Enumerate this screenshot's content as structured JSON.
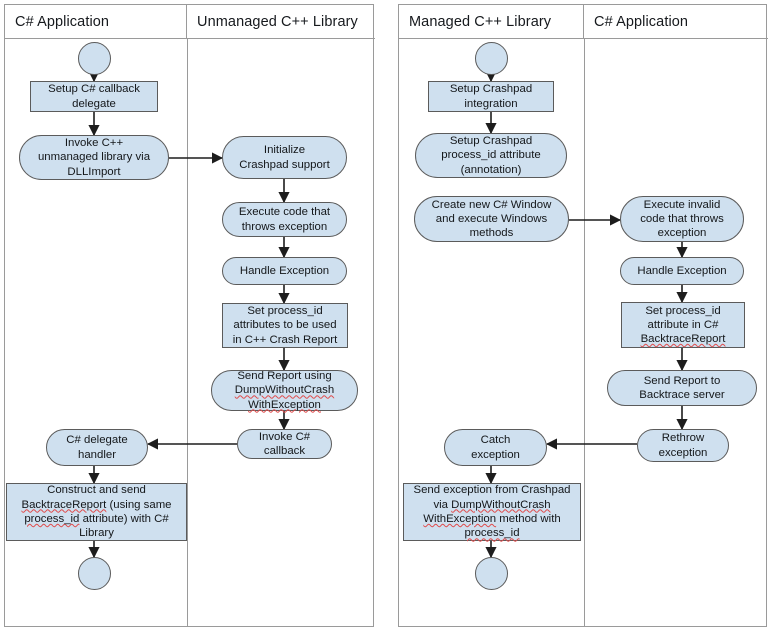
{
  "diagram": {
    "title": "Crashpad / Backtrace integration activity diagrams",
    "colors": {
      "node_fill": "#cfe0ef",
      "node_border": "#5b5b5b",
      "panel_border": "#9a9a9a",
      "spellcheck_underline": "#e04a4a",
      "page_background": "#ffffff",
      "edge": "#1d1d1d"
    },
    "panels": [
      {
        "id": "panel-left",
        "lanes": [
          {
            "id": "lane-csharp-app-left",
            "label": "C# Application"
          },
          {
            "id": "lane-unmanaged-cpp",
            "label": "Unmanaged C++ Library"
          }
        ],
        "nodes": [
          {
            "id": "l-start",
            "shape": "circle",
            "lane": 0,
            "label": ""
          },
          {
            "id": "l-setup-cb",
            "shape": "rect",
            "lane": 0,
            "label": "Setup C# callback\ndelegate"
          },
          {
            "id": "l-invoke-cpp",
            "shape": "rounded",
            "lane": 0,
            "label": "Invoke C++\nunmanaged library via\nDLLImport"
          },
          {
            "id": "l-init-crashpad",
            "shape": "rounded",
            "lane": 1,
            "label": "Initialize\nCrashpad support"
          },
          {
            "id": "l-exec-throw",
            "shape": "rounded",
            "lane": 1,
            "label": "Execute code that\nthrows exception"
          },
          {
            "id": "l-handle-exc",
            "shape": "rounded",
            "lane": 1,
            "label": "Handle Exception"
          },
          {
            "id": "l-set-pid",
            "shape": "rect",
            "lane": 1,
            "label": "Set process_id\nattributes to be used\nin C++ Crash Report"
          },
          {
            "id": "l-send-report",
            "shape": "rounded",
            "lane": 1,
            "label": "Send Report using\nDumpWithoutCrash\nWithException",
            "spellcheck": [
              "DumpWithoutCrash",
              "WithException"
            ]
          },
          {
            "id": "l-invoke-cb",
            "shape": "rounded",
            "lane": 1,
            "label": "Invoke C#\ncallback"
          },
          {
            "id": "l-delegate",
            "shape": "rounded",
            "lane": 0,
            "label": "C# delegate\nhandler"
          },
          {
            "id": "l-construct",
            "shape": "rect",
            "lane": 0,
            "label": "Construct and send\nBacktraceReport (using same\nprocess_id attribute) with C#\nLibrary",
            "spellcheck": [
              "BacktraceReport",
              "process_id"
            ]
          },
          {
            "id": "l-end",
            "shape": "circle",
            "lane": 0,
            "label": ""
          }
        ],
        "edges": [
          {
            "from": "l-start",
            "to": "l-setup-cb",
            "dir": "down"
          },
          {
            "from": "l-setup-cb",
            "to": "l-invoke-cpp",
            "dir": "down"
          },
          {
            "from": "l-invoke-cpp",
            "to": "l-init-crashpad",
            "dir": "right"
          },
          {
            "from": "l-init-crashpad",
            "to": "l-exec-throw",
            "dir": "down"
          },
          {
            "from": "l-exec-throw",
            "to": "l-handle-exc",
            "dir": "down"
          },
          {
            "from": "l-handle-exc",
            "to": "l-set-pid",
            "dir": "down"
          },
          {
            "from": "l-set-pid",
            "to": "l-send-report",
            "dir": "down"
          },
          {
            "from": "l-send-report",
            "to": "l-invoke-cb",
            "dir": "down"
          },
          {
            "from": "l-invoke-cb",
            "to": "l-delegate",
            "dir": "left"
          },
          {
            "from": "l-delegate",
            "to": "l-construct",
            "dir": "down"
          },
          {
            "from": "l-construct",
            "to": "l-end",
            "dir": "down"
          }
        ]
      },
      {
        "id": "panel-right",
        "lanes": [
          {
            "id": "lane-managed-cpp",
            "label": "Managed C++ Library"
          },
          {
            "id": "lane-csharp-app-right",
            "label": "C# Application"
          }
        ],
        "nodes": [
          {
            "id": "r-start",
            "shape": "circle",
            "lane": 0,
            "label": ""
          },
          {
            "id": "r-setup-cp",
            "shape": "rect",
            "lane": 0,
            "label": "Setup Crashpad\nintegration"
          },
          {
            "id": "r-setup-pid",
            "shape": "rounded",
            "lane": 0,
            "label": "Setup Crashpad\nprocess_id attribute\n(annotation)"
          },
          {
            "id": "r-create-win",
            "shape": "rounded",
            "lane": 0,
            "label": "Create new C# Window\nand execute Windows\nmethods"
          },
          {
            "id": "r-exec-invalid",
            "shape": "rounded",
            "lane": 1,
            "label": "Execute invalid\ncode that throws\nexception"
          },
          {
            "id": "r-handle-exc",
            "shape": "rounded",
            "lane": 1,
            "label": "Handle Exception"
          },
          {
            "id": "r-set-pid",
            "shape": "rect",
            "lane": 1,
            "label": "Set process_id\nattribute in C#\nBacktraceReport",
            "spellcheck": [
              "BacktraceReport"
            ]
          },
          {
            "id": "r-send-report",
            "shape": "rounded",
            "lane": 1,
            "label": "Send Report to\nBacktrace server"
          },
          {
            "id": "r-rethrow",
            "shape": "rounded",
            "lane": 1,
            "label": "Rethrow\nexception"
          },
          {
            "id": "r-catch",
            "shape": "rounded",
            "lane": 0,
            "label": "Catch\nexception"
          },
          {
            "id": "r-send-exc",
            "shape": "rect",
            "lane": 0,
            "label": "Send exception from Crashpad\nvia DumpWithoutCrash\nWithException method with\nprocess_id",
            "spellcheck": [
              "DumpWithoutCrash",
              "WithException",
              "process_id"
            ]
          },
          {
            "id": "r-end",
            "shape": "circle",
            "lane": 0,
            "label": ""
          }
        ],
        "edges": [
          {
            "from": "r-start",
            "to": "r-setup-cp",
            "dir": "down"
          },
          {
            "from": "r-setup-cp",
            "to": "r-setup-pid",
            "dir": "down"
          },
          {
            "from": "r-create-win",
            "to": "r-exec-invalid",
            "dir": "right"
          },
          {
            "from": "r-exec-invalid",
            "to": "r-handle-exc",
            "dir": "down"
          },
          {
            "from": "r-handle-exc",
            "to": "r-set-pid",
            "dir": "down"
          },
          {
            "from": "r-set-pid",
            "to": "r-send-report",
            "dir": "down"
          },
          {
            "from": "r-send-report",
            "to": "r-rethrow",
            "dir": "down"
          },
          {
            "from": "r-rethrow",
            "to": "r-catch",
            "dir": "left"
          },
          {
            "from": "r-catch",
            "to": "r-send-exc",
            "dir": "down"
          },
          {
            "from": "r-send-exc",
            "to": "r-end",
            "dir": "down"
          }
        ]
      }
    ]
  }
}
